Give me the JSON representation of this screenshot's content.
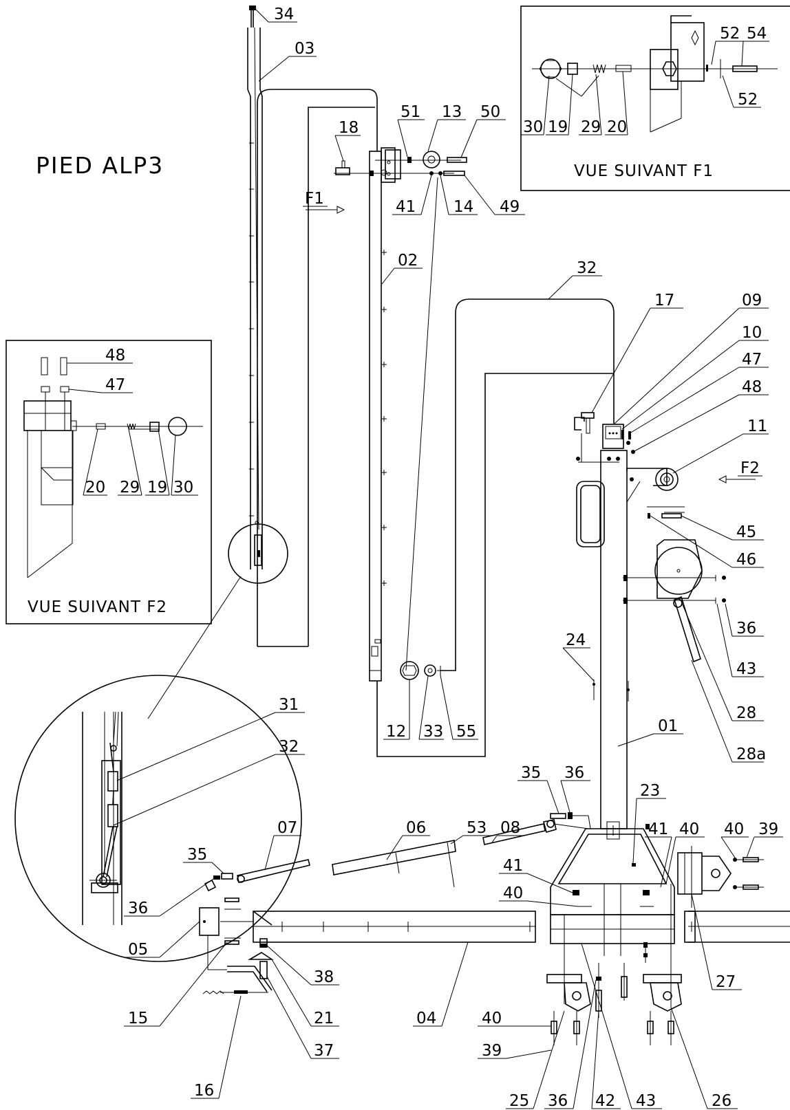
{
  "title": "PIED ALP3",
  "view_f1": {
    "caption": "VUE SUIVANT F1",
    "labels": [
      "30",
      "19",
      "29",
      "20",
      "52",
      "54",
      "52"
    ]
  },
  "view_f2": {
    "caption": "VUE SUIVANT F2",
    "labels": [
      "48",
      "47",
      "20",
      "29",
      "19",
      "30"
    ]
  },
  "arrows": {
    "f1": "F1",
    "f2": "F2"
  },
  "detail": {
    "labels": [
      "31",
      "32"
    ]
  },
  "labels": {
    "l34": "34",
    "l03": "03",
    "l51": "51",
    "l13": "13",
    "l50": "50",
    "l18": "18",
    "l41a": "41",
    "l14": "14",
    "l49": "49",
    "l02": "02",
    "l32": "32",
    "l17": "17",
    "l09": "09",
    "l10": "10",
    "l47": "47",
    "l48": "48",
    "l11": "11",
    "l45": "45",
    "l46": "46",
    "l36a": "36",
    "l43a": "43",
    "l28": "28",
    "l28a": "28a",
    "l24": "24",
    "l12": "12",
    "l33": "33",
    "l55": "55",
    "l01": "01",
    "l35a": "35",
    "l36b": "36",
    "l23": "23",
    "l41b": "41",
    "l40a": "40",
    "l40b": "40",
    "l39a": "39",
    "l07": "07",
    "l06": "06",
    "l53": "53",
    "l08": "08",
    "l41c": "41",
    "l40c": "40",
    "l35b": "35",
    "l36c": "36",
    "l05": "05",
    "l38": "38",
    "l04": "04",
    "l27": "27",
    "l15": "15",
    "l21": "21",
    "l40d": "40",
    "l37": "37",
    "l39b": "39",
    "l16": "16",
    "l25": "25",
    "l36d": "36",
    "l42": "42",
    "l43b": "43",
    "l26": "26"
  }
}
